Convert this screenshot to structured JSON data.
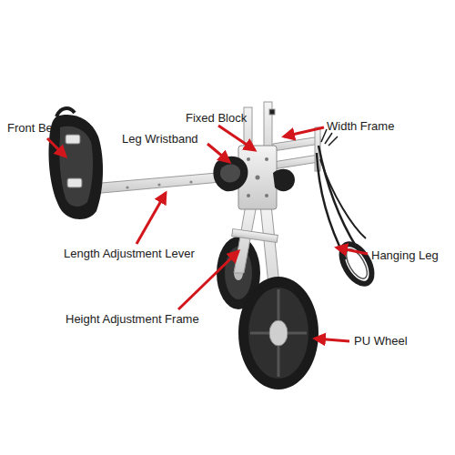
{
  "diagram": {
    "labels": [
      "Front Belt",
      "Fixed Block",
      "Width Frame",
      "Leg Wristband",
      "Length Adjustment Lever",
      "Hanging Leg",
      "Height Adjustment Frame",
      "PU Wheel"
    ]
  }
}
